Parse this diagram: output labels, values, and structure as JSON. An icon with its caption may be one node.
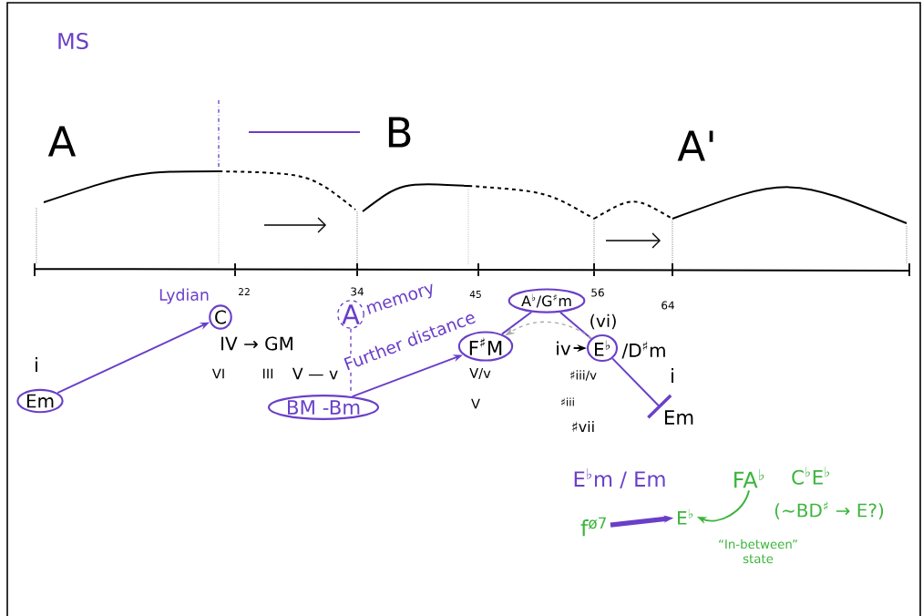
{
  "diagram": {
    "nodes": [
      {
        "text": [
          "Em"
        ],
        "beside": [
          "i"
        ]
      },
      {
        "text": [
          "C"
        ]
      },
      {
        "text": [
          "A"
        ],
        "beside": [
          "memory"
        ]
      },
      {
        "text": [
          "BM -Bm"
        ]
      },
      {
        "text": [
          "F$^{♯}$M"
        ]
      },
      {
        "text": [
          "A$^{♭}$/G$^{♯}$m"
        ]
      },
      {
        "text": [
          "E$^{♭}$"
        ],
        "beside": [
          "/D$^{♯}$m"
        ]
      },
      {
        "text": [
          "Em"
        ]
      },
      {
        "text": [
          "iv"
        ]
      },
      {
        "text": [
          "f$^{ø7}$"
        ]
      },
      {
        "text": [
          "E$^{♭}$"
        ]
      },
      {
        "text": [
          "FA$^{♭}$"
        ]
      }
    ],
    "edges": [
      {
        "from": 0,
        "to": 1,
        "arrow": "to"
      },
      {
        "from": 2,
        "to": 3,
        "arrow": "none",
        "style": "dashed"
      },
      {
        "from": 3,
        "to": 4,
        "arrow": "to",
        "label": "Further distance"
      },
      {
        "from": 4,
        "to": 5,
        "arrow": "none"
      },
      {
        "from": 5,
        "to": 6,
        "arrow": "none"
      },
      {
        "from": 6,
        "to": 4,
        "arrow": "to",
        "style": "dashed",
        "color": "#aaaaaa"
      },
      {
        "from": 6,
        "to": 7,
        "arrow": "other"
      },
      {
        "from": 8,
        "to": 6,
        "arrow": "to",
        "color": "#000000"
      },
      {
        "from": 9,
        "to": 10,
        "arrow": "to",
        "style": "thick"
      },
      {
        "from": 11,
        "to": 10,
        "arrow": "to",
        "color": "#3cb43c"
      }
    ],
    "labels": [
      "MS",
      "A",
      "B",
      "A'",
      "Lydian",
      "22",
      "34",
      "45",
      "56",
      "64",
      "IV → GM",
      "VI",
      "III",
      "V — v",
      "(vi)",
      "V/v",
      "V",
      "♯iii/v",
      "♯iii",
      "♯vii",
      "i",
      "E$^{♭}$m / Em",
      "C$^{♭}$E$^{♭}$",
      "(~BD$^{♯}$ → E?)",
      "“In-between” state"
    ]
  }
}
